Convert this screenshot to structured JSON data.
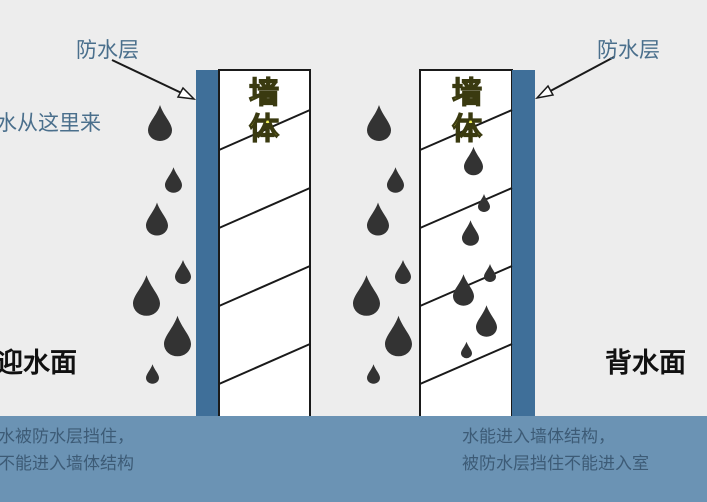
{
  "diagram": {
    "colors": {
      "background": "#ededed",
      "waterproof_layer": "#3f6f99",
      "wall_fill": "#ffffff",
      "wall_outline": "#1a1a1a",
      "water_drop": "#3a3a3a",
      "wall_label": "#f4f45a",
      "label_blue": "#4a6f8c",
      "bottom_band": "#6b93b4"
    },
    "left_panel": {
      "waterproof_label": "防水层",
      "source_label": "水从这里来",
      "wall_label_line1": "墙",
      "wall_label_line2": "体",
      "side_label": "迎水面",
      "caption_line1": "水被防水层挡住，",
      "caption_line2": "不能进入墙体结构"
    },
    "right_panel": {
      "waterproof_label": "防水层",
      "wall_label_line1": "墙",
      "wall_label_line2": "体",
      "side_label": "背水面",
      "caption_line1": "水能进入墙体结构，",
      "caption_line2": "被防水层挡住不能进入室"
    }
  }
}
